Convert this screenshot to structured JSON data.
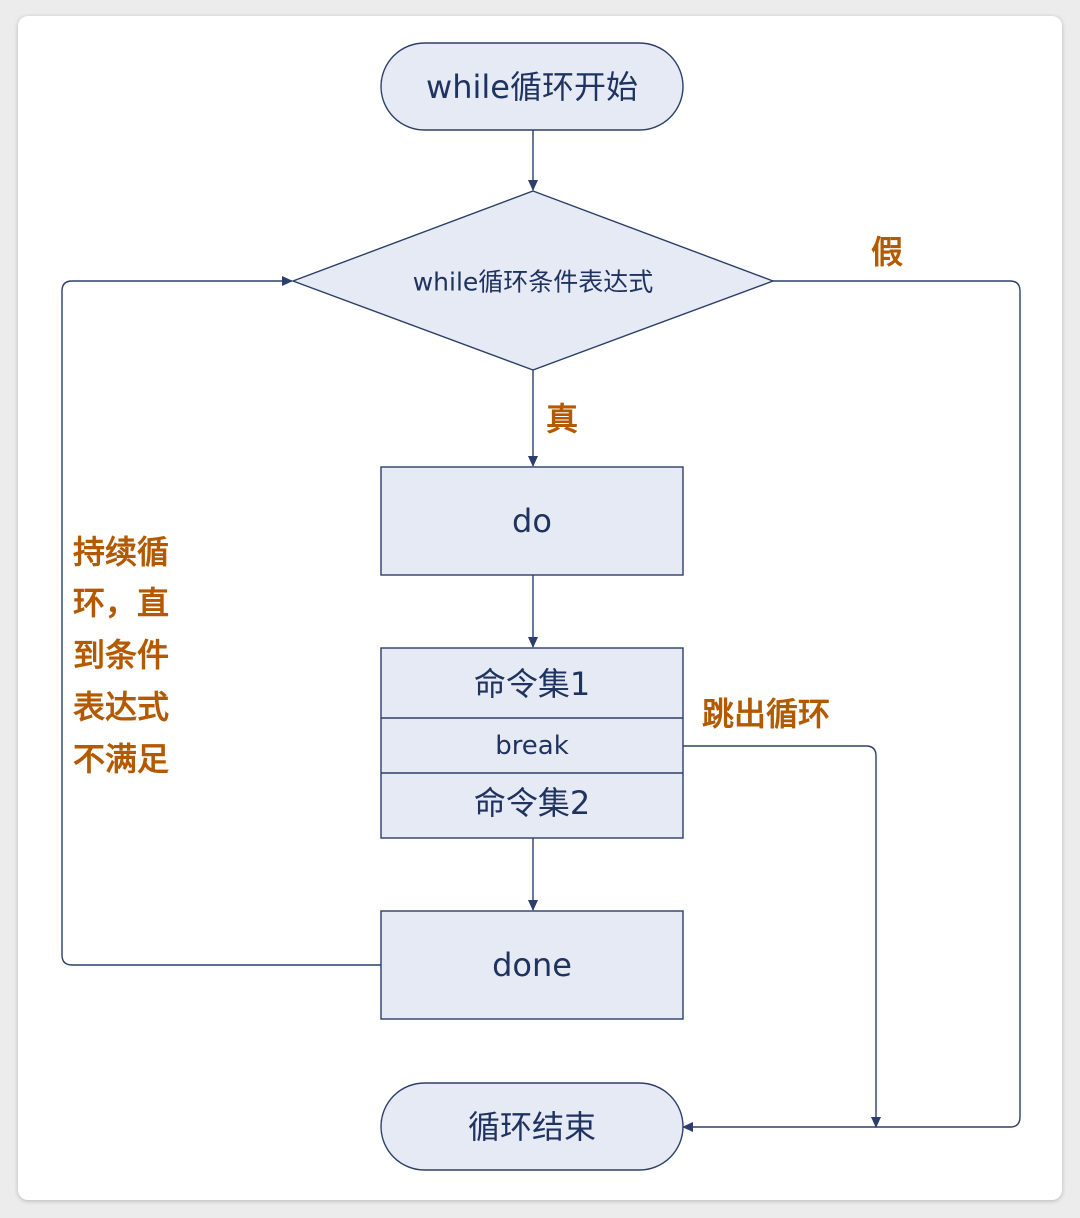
{
  "nodes": {
    "start": "while循环开始",
    "condition": "while循环条件表达式",
    "do": "do",
    "cmd1": "命令集1",
    "break": "break",
    "cmd2": "命令集2",
    "done": "done",
    "end": "循环结束"
  },
  "labels": {
    "false": "假",
    "true": "真",
    "break_out": "跳出循环",
    "continue_lines": [
      "持续循",
      "环，直",
      "到条件",
      "表达式",
      "不满足"
    ]
  },
  "colors": {
    "node_fill": "#e6eaf4",
    "node_stroke": "#2c3e6b",
    "node_text": "#1f3360",
    "label_text": "#b35a00"
  }
}
